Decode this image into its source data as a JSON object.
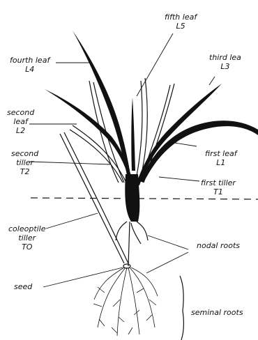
{
  "colors": {
    "ink": "#111111",
    "paper": "#ffffff"
  },
  "labels": {
    "fifth_leaf": {
      "line1": "fifth leaf",
      "line2": "L5"
    },
    "fourth_leaf": {
      "line1": "fourth leaf",
      "line2": "L4"
    },
    "third_leaf": {
      "line1": "third lea",
      "line2": "L3"
    },
    "second_leaf": {
      "line1": "second",
      "line2": "leaf",
      "line3": "L2"
    },
    "second_tiller": {
      "line1": "second",
      "line2": "tiller",
      "line3": "T2"
    },
    "first_leaf": {
      "line1": "first leaf",
      "line2": "L1"
    },
    "first_tiller": {
      "line1": "first tiller",
      "line2": "T1"
    },
    "coleoptile_tiller": {
      "line1": "coleoptile",
      "line2": "tiller",
      "line3": "TO"
    },
    "nodal_roots": "nodal roots",
    "seed": "seed",
    "seminal_roots": "seminal roots"
  }
}
